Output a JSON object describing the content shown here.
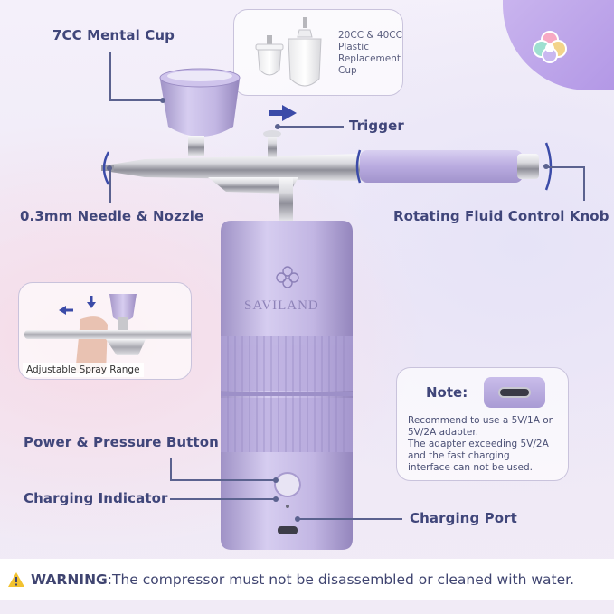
{
  "labels": {
    "mental_cup": "7CC Mental Cup",
    "replacement_cup": [
      "20CC & 40CC",
      "Plastic",
      "Replacement",
      "Cup"
    ],
    "trigger": "Trigger",
    "needle_nozzle": "0.3mm Needle & Nozzle",
    "fluid_knob": "Rotating Fluid Control Knob",
    "spray_range": "Adjustable Spray Range",
    "brand": "SAVILAND",
    "power_button": "Power & Pressure Button",
    "charging_indicator": "Charging Indicator",
    "charging_port": "Charging Port"
  },
  "note": {
    "title": "Note:",
    "lines": [
      "Recommend to use a 5V/1A or",
      "5V/2A adapter.",
      "The adapter exceeding 5V/2A",
      "and the fast charging",
      "interface can not be used."
    ]
  },
  "warning": {
    "title": "WARNING",
    "separator": ":",
    "text": " The compressor must not be disassembled or cleaned with water."
  },
  "colors": {
    "accent_purple": "#b8a3e0",
    "device_lavender": "#c4b8e3",
    "label_navy": "#40467a",
    "warning_yellow": "#f2c230"
  }
}
